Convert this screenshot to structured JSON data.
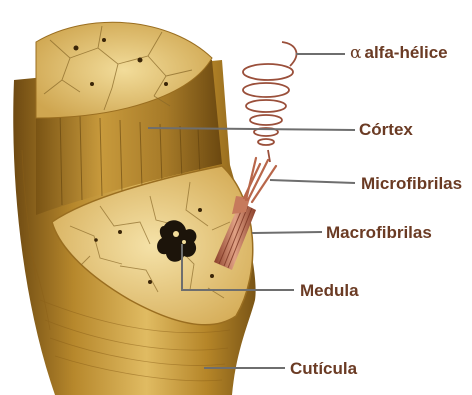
{
  "diagram": {
    "labels": {
      "alpha_helix_symbol": "α",
      "alpha_helix": "alfa-hélice",
      "cortex": "Córtex",
      "microfibrils": "Microfibrilas",
      "macrofibrils": "Macrofibrilas",
      "medulla": "Medula",
      "cuticle": "Cutícula"
    },
    "colors": {
      "label_text": "#6b3b24",
      "leader_line": "#6e6e6e",
      "hair_gold": "#c9962c",
      "fibril_copper": "#b8664a"
    }
  }
}
